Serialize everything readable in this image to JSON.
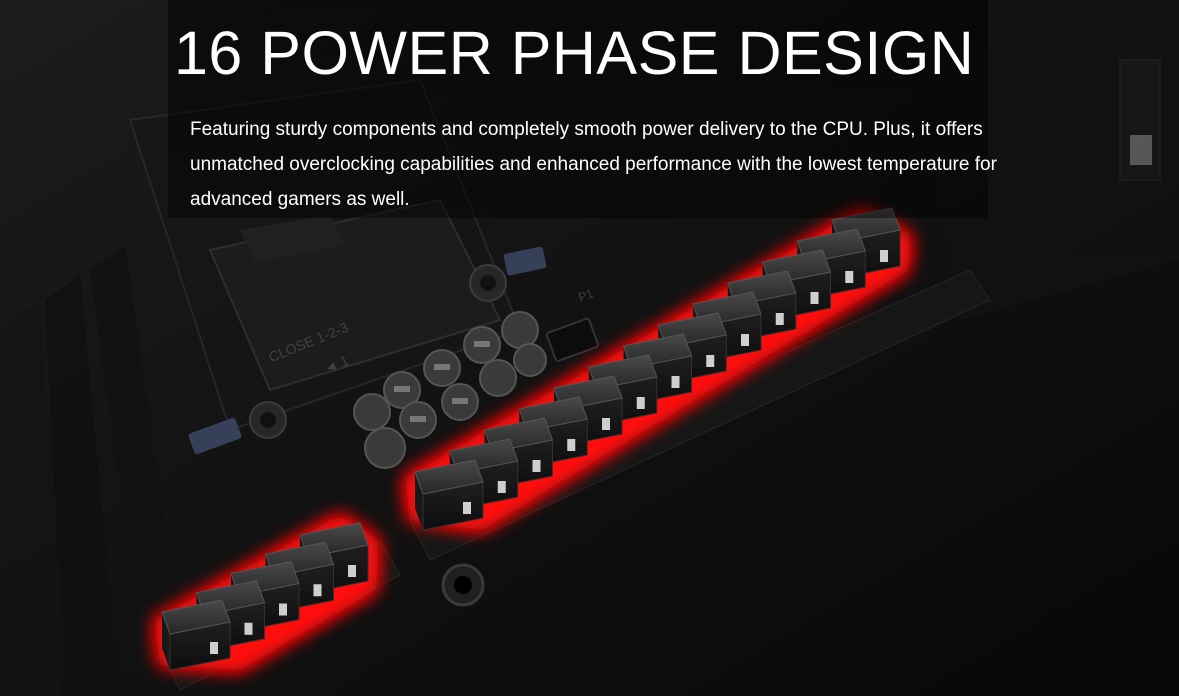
{
  "hero": {
    "title": "16 POWER PHASE DESIGN",
    "description": "Featuring sturdy components and completely smooth power delivery to the CPU. Plus, it offers unmatched overclocking capabilities and enhanced performance with the lowest temperature for advanced gamers as well.",
    "image_alt": "Motherboard close-up showing red-glowing power phase chokes",
    "board_print": {
      "close_label": "CLOSE 1-2-3",
      "arrow_label": "◄ 1",
      "connector_label": "P1"
    }
  },
  "colors": {
    "background": "#000000",
    "glow": "#ff1a1a",
    "choke": "#2a2a2a",
    "text": "#ffffff"
  },
  "chokes": {
    "upper_row_count": 13,
    "lower_row_count": 5
  }
}
